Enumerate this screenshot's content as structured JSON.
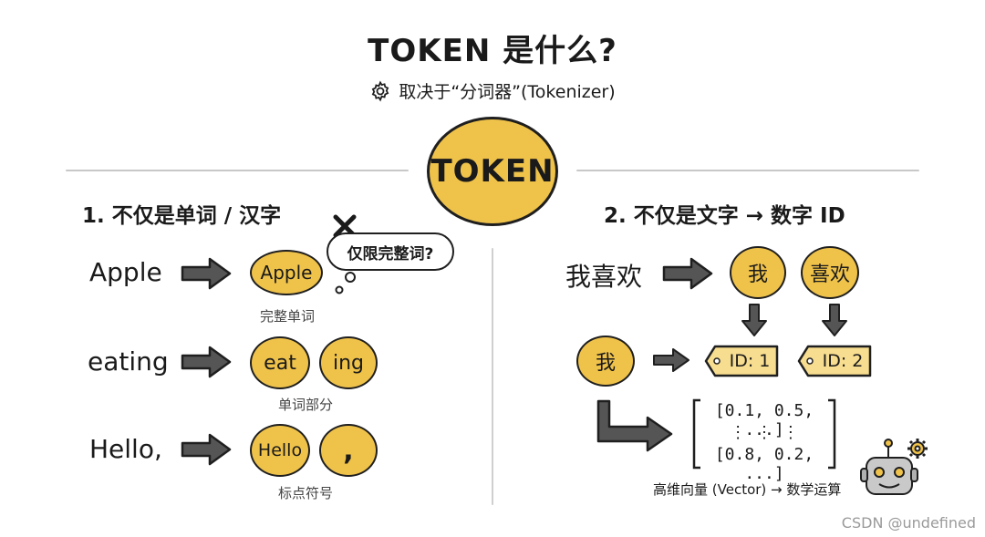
{
  "header": {
    "title": "TOKEN 是什么?",
    "subtitle": "取决于“分词器”(Tokenizer)"
  },
  "center": {
    "label": "TOKEN"
  },
  "left": {
    "title": "1. 不仅是单词 / 汉字",
    "thought": "仅限完整词?",
    "rows": [
      {
        "word": "Apple",
        "tokens": [
          "Apple"
        ],
        "caption": "完整单词"
      },
      {
        "word": "eating",
        "tokens": [
          "eat",
          "ing"
        ],
        "caption": "单词部分"
      },
      {
        "word": "Hello,",
        "tokens": [
          "Hello",
          ","
        ],
        "caption": "标点符号"
      }
    ]
  },
  "right": {
    "title": "2. 不仅是文字 → 数字 ID",
    "phrase": "我喜欢",
    "tokens": [
      "我",
      "喜欢"
    ],
    "id_row_token": "我",
    "ids": [
      "ID: 1",
      "ID: 2"
    ],
    "matrix": {
      "row1": "[0.1, 0.5, ...]",
      "dots": "⋮     ⋮     ⋮",
      "row2": "[0.8, 0.2, ...]"
    },
    "caption": "高维向量 (Vector) → 数学运算"
  },
  "watermark": "CSDN @undefined",
  "colors": {
    "token_fill": "#efc24a",
    "tag_fill": "#f7dd8f",
    "outline": "#1f1f1f",
    "divider": "#c8c8c8"
  }
}
